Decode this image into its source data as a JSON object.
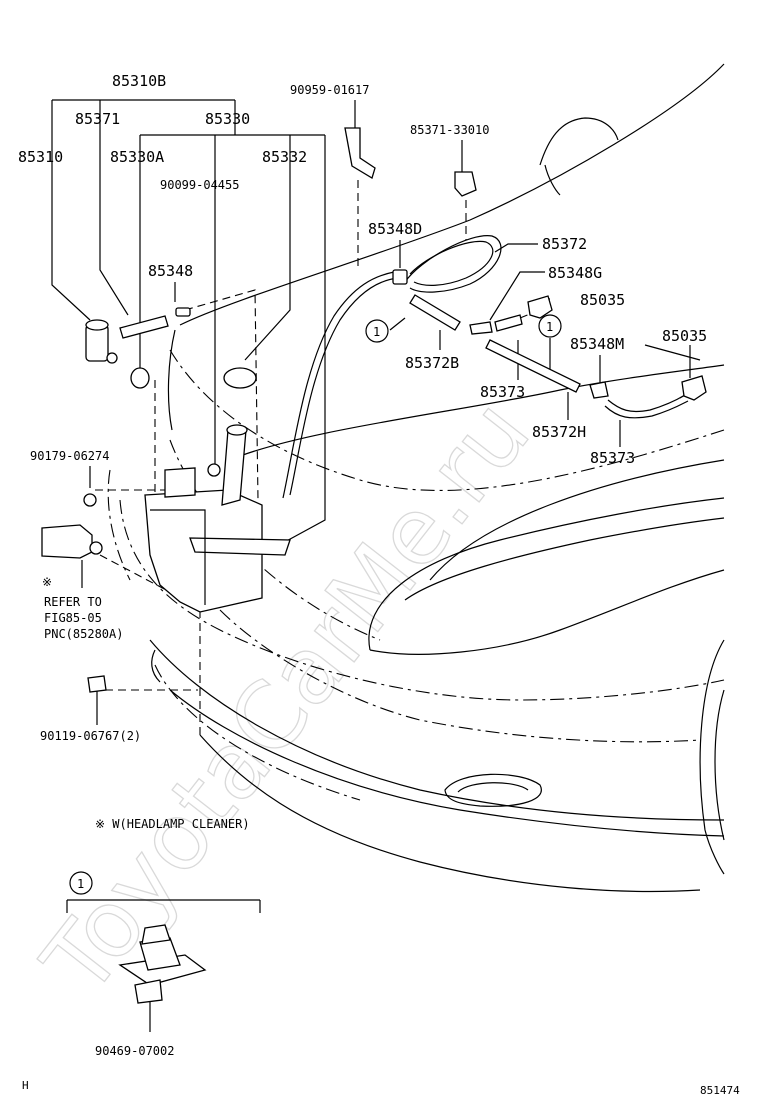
{
  "labels": {
    "p85310B": "85310B",
    "p85371": "85371",
    "p85330": "85330",
    "p85310": "85310",
    "p85330A": "85330A",
    "p85332": "85332",
    "p90099": "90099-04455",
    "p85348": "85348",
    "p90959": "90959-01617",
    "p85371_33010": "85371-33010",
    "p85348D": "85348D",
    "p85372": "85372",
    "p85348G": "85348G",
    "p85035a": "85035",
    "p85372B": "85372B",
    "p85373a": "85373",
    "p85348M": "85348M",
    "p85035b": "85035",
    "p85372H": "85372H",
    "p85373b": "85373",
    "p90179": "90179-06274",
    "refer_mark": "※",
    "refer_1": "REFER TO",
    "refer_2": "FIG85-05",
    "refer_3": "PNC(85280A)",
    "p90119": "90119-06767(2)",
    "note": "※ W(HEADLAMP CLEANER)",
    "circle1": "1",
    "p90469": "90469-07002",
    "corner_left": "H",
    "corner_right": "851474",
    "watermark": "ToyotaCarMe.ru"
  },
  "icons": {
    "callout": "circled-number-icon",
    "motor": "washer-motor-icon",
    "tank": "washer-tank-icon",
    "nozzle": "washer-nozzle-icon",
    "clip": "clip-icon"
  }
}
